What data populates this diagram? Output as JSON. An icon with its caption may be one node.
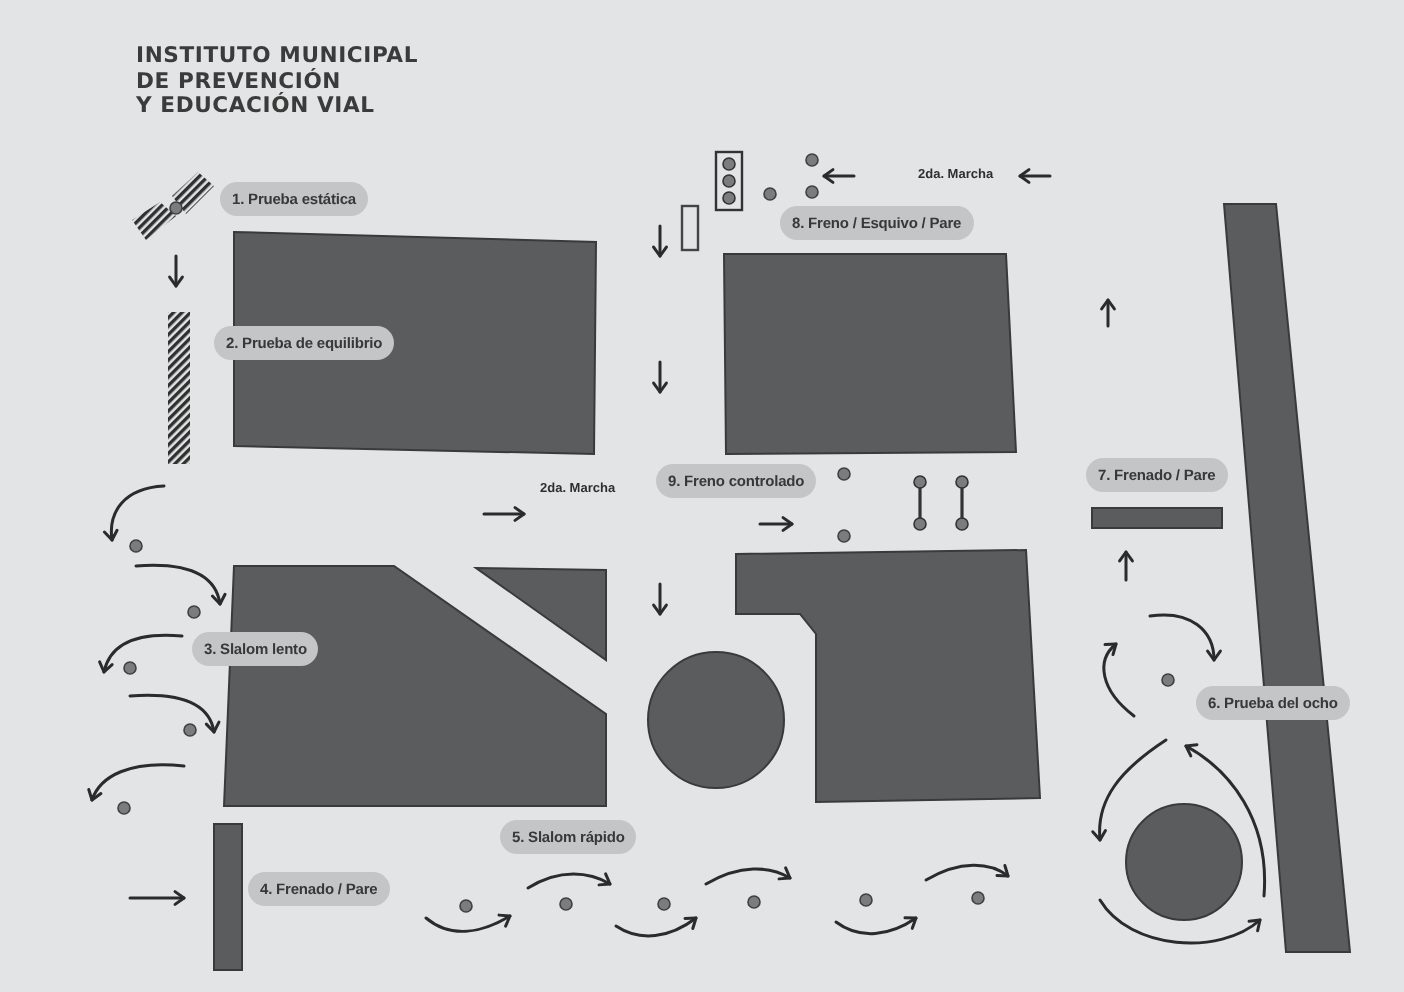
{
  "diagram": {
    "title": "INSTITUTO MUNICIPAL DE PREVENCIÓN Y EDUCACIÓN VIAL",
    "nodes": [
      {
        "text": [
          "1. Prueba estática"
        ]
      },
      {
        "text": [
          "8. Freno / Esquivo / Pare"
        ]
      },
      {
        "text": [
          "2. Prueba de equilibrio"
        ]
      },
      {
        "text": [
          "7. Frenado / Pare"
        ]
      },
      {
        "text": [
          "9. Freno controlado"
        ]
      },
      {
        "text": [
          "3. Slalom lento"
        ]
      },
      {
        "text": [
          "6. Prueba del ocho"
        ]
      },
      {
        "text": [
          "5. Slalom rápido"
        ]
      },
      {
        "text": [
          "4. Frenado / Pare"
        ]
      }
    ],
    "labels": [
      "2da. Marcha",
      "2da. Marcha"
    ]
  }
}
